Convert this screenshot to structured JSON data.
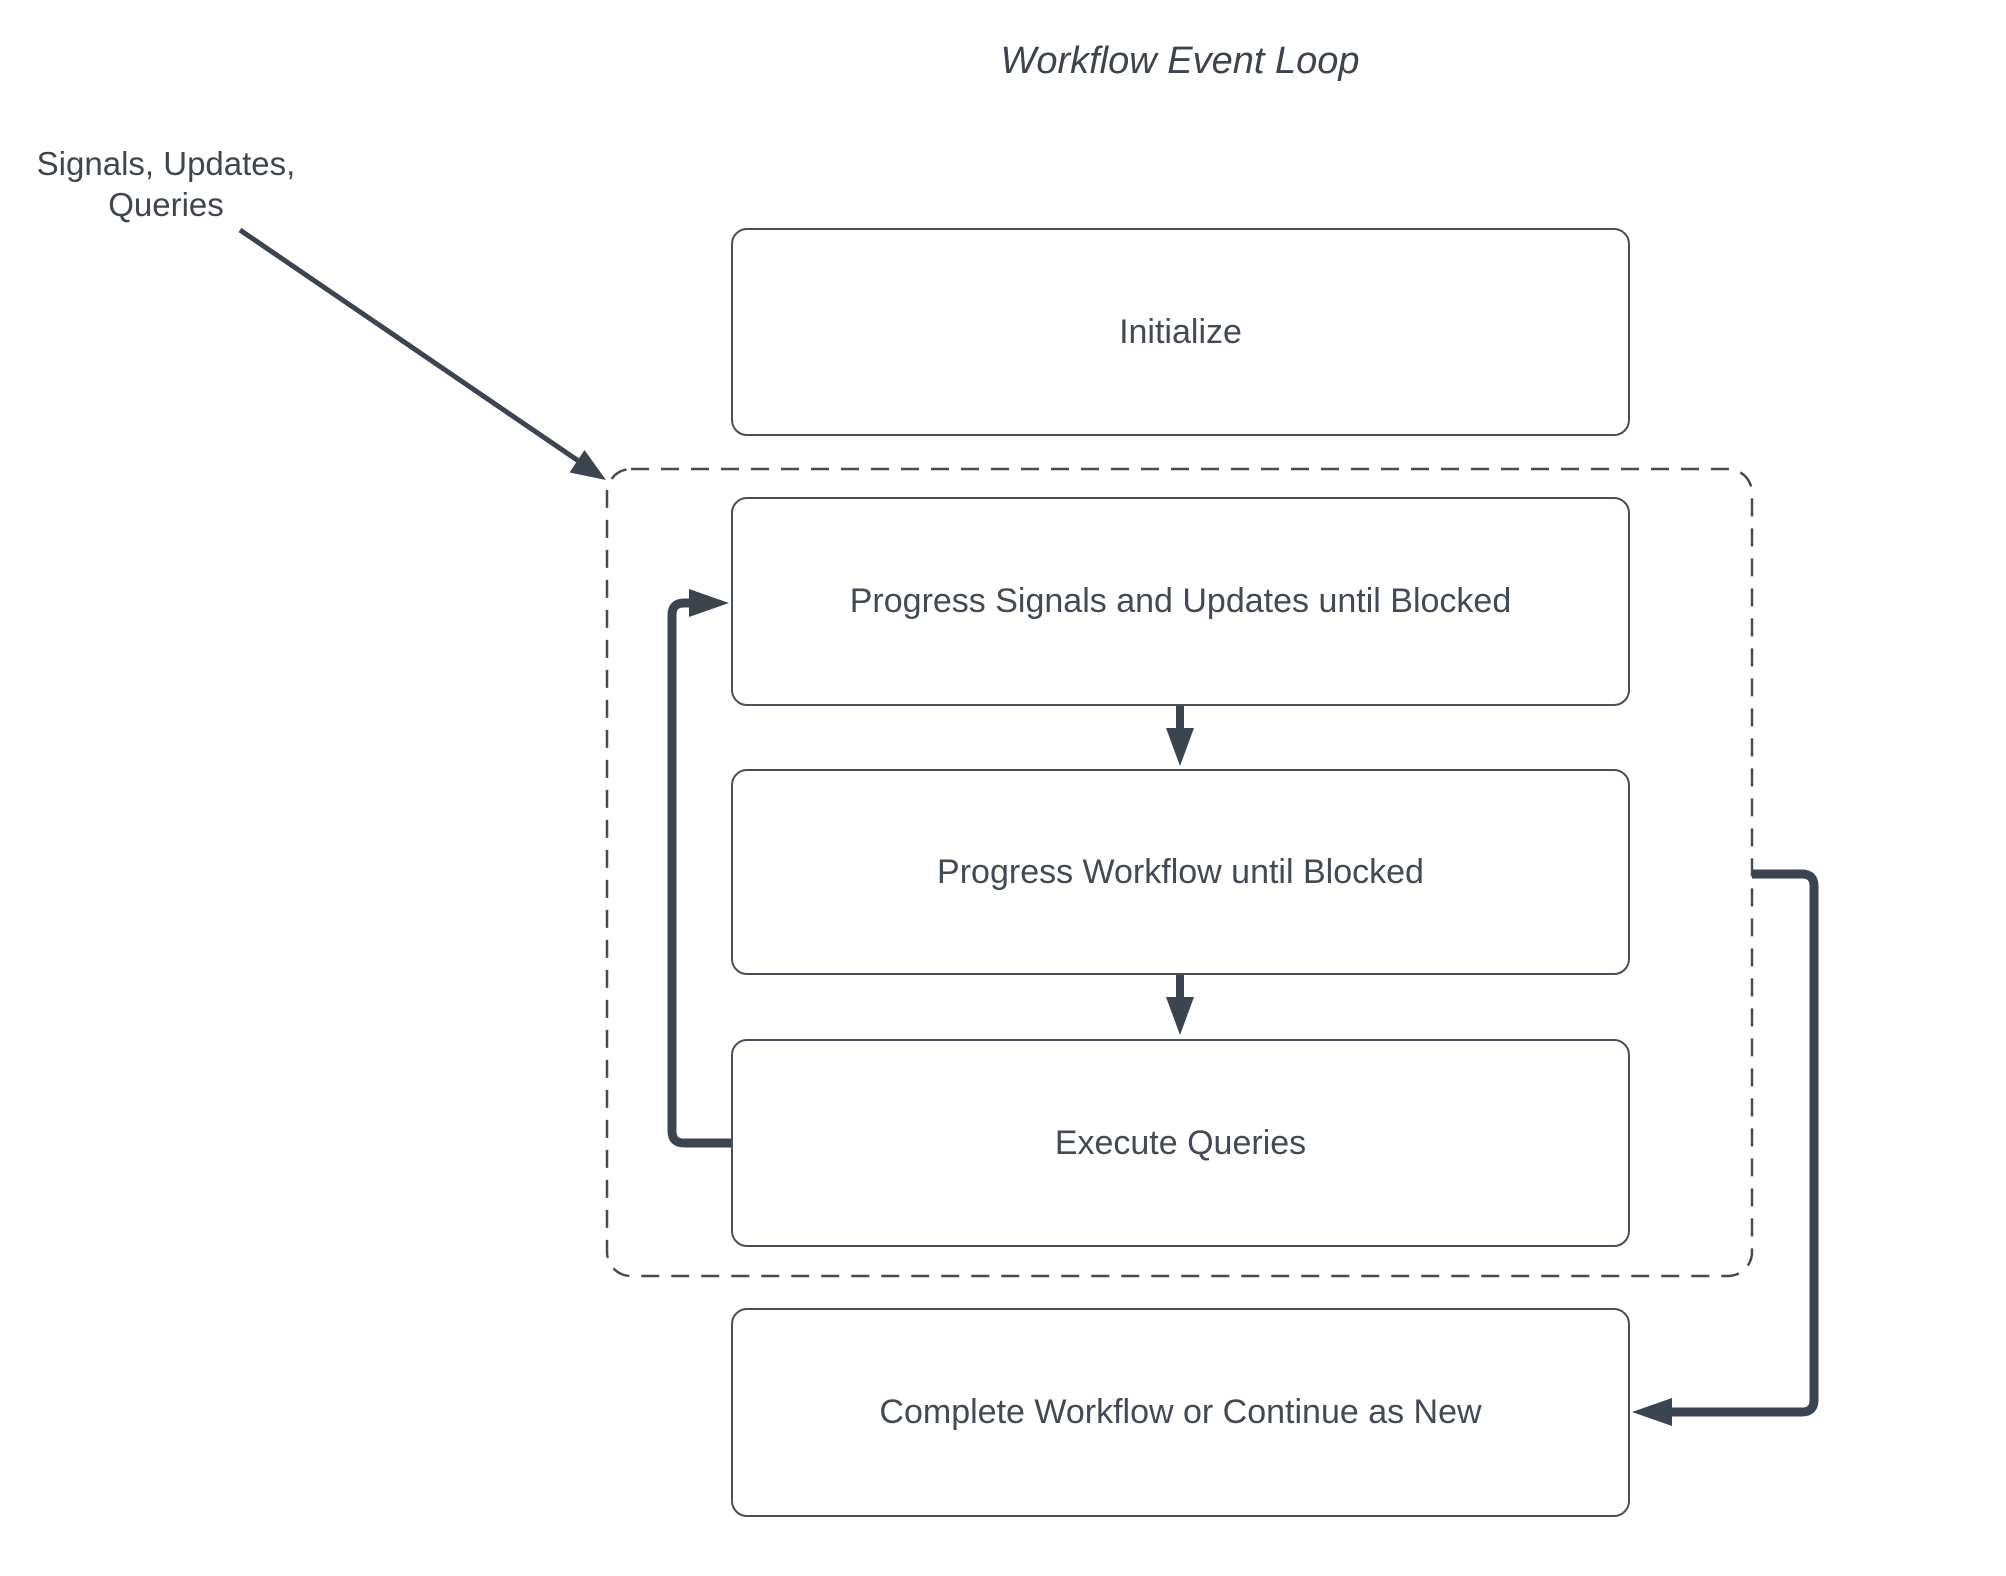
{
  "title": "Workflow Event Loop",
  "external_input": {
    "label": "Signals, Updates,\nQueries"
  },
  "nodes": {
    "initialize": {
      "label": "Initialize"
    },
    "progress_signals": {
      "label": "Progress Signals and Updates until Blocked"
    },
    "progress_workflow": {
      "label": "Progress Workflow until Blocked"
    },
    "execute_queries": {
      "label": "Execute Queries"
    },
    "complete": {
      "label": "Complete Workflow or Continue as New"
    }
  },
  "connectors": {
    "external_to_loop": "Signals, Updates, Queries into event loop group",
    "signals_to_workflow": "Progress Signals and Updates until Blocked to Progress Workflow until Blocked",
    "workflow_to_queries": "Progress Workflow until Blocked to Execute Queries",
    "loop_back": "Execute Queries back to Progress Signals and Updates until Blocked",
    "loop_to_complete": "Event loop group to Complete Workflow or Continue as New"
  },
  "colors": {
    "background": "#ffffff",
    "text": "#434a54",
    "title_text": "#3e444d",
    "box_border": "#4a505a",
    "dashed_border": "#474c54",
    "connector": "#3c4450"
  }
}
